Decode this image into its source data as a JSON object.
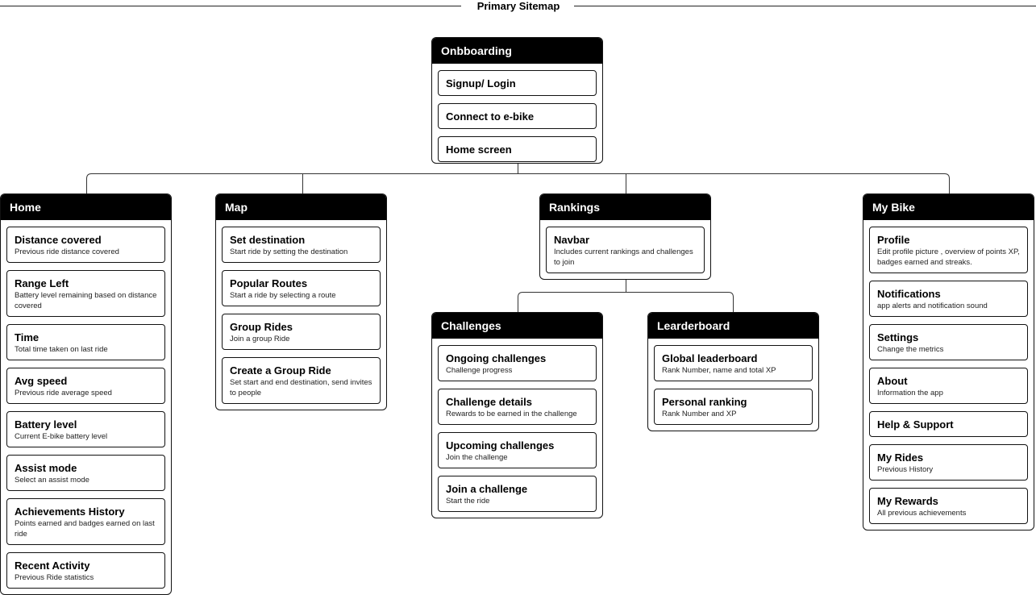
{
  "title": "Primary Sitemap",
  "panels": [
    {
      "id": "onboarding",
      "header": "Onbboarding",
      "items": [
        {
          "title": "Signup/ Login"
        },
        {
          "title": "Connect to e-bike"
        },
        {
          "title": "Home screen"
        }
      ]
    },
    {
      "id": "home",
      "header": "Home",
      "items": [
        {
          "title": "Distance covered",
          "sub": "Previous ride distance covered"
        },
        {
          "title": "Range Left",
          "sub": "Battery level remaining based on distance covered"
        },
        {
          "title": "Time",
          "sub": "Total time taken on last ride"
        },
        {
          "title": "Avg speed",
          "sub": "Previous ride average speed"
        },
        {
          "title": "Battery level",
          "sub": "Current E-bike battery level"
        },
        {
          "title": "Assist mode",
          "sub": "Select an assist mode"
        },
        {
          "title": "Achievements History",
          "sub": "Points earned and badges earned on last ride"
        },
        {
          "title": "Recent Activity",
          "sub": "Previous Ride statistics"
        }
      ]
    },
    {
      "id": "map",
      "header": "Map",
      "items": [
        {
          "title": "Set destination",
          "sub": "Start ride by setting the destination"
        },
        {
          "title": "Popular Routes",
          "sub": "Start a ride by selecting a route"
        },
        {
          "title": "Group Rides",
          "sub": "Join a group Ride"
        },
        {
          "title": "Create a Group Ride",
          "sub": "Set start and end destination, send invites to people"
        }
      ]
    },
    {
      "id": "rankings",
      "header": "Rankings",
      "items": [
        {
          "title": "Navbar",
          "sub": "Includes current rankings and challenges to join"
        }
      ]
    },
    {
      "id": "challenges",
      "header": "Challenges",
      "items": [
        {
          "title": "Ongoing challenges",
          "sub": "Challenge progress"
        },
        {
          "title": "Challenge details",
          "sub": "Rewards to be earned in the challenge"
        },
        {
          "title": "Upcoming challenges",
          "sub": "Join the challenge"
        },
        {
          "title": "Join a challenge",
          "sub": "Start the ride"
        }
      ]
    },
    {
      "id": "leaderboard",
      "header": "Learderboard",
      "items": [
        {
          "title": "Global leaderboard",
          "sub": "Rank Number, name and total XP"
        },
        {
          "title": "Personal ranking",
          "sub": "Rank Number and XP"
        }
      ]
    },
    {
      "id": "mybike",
      "header": "My Bike",
      "items": [
        {
          "title": "Profile",
          "sub": "Edit profile picture , overview of points XP, badges earned and streaks."
        },
        {
          "title": "Notifications",
          "sub": "app alerts and notification sound"
        },
        {
          "title": "Settings",
          "sub": "Change the metrics"
        },
        {
          "title": "About",
          "sub": "Information the app"
        },
        {
          "title": "Help & Support"
        },
        {
          "title": "My Rides",
          "sub": "Previous History"
        },
        {
          "title": "My Rewards",
          "sub": "All previous achievements"
        }
      ]
    }
  ]
}
